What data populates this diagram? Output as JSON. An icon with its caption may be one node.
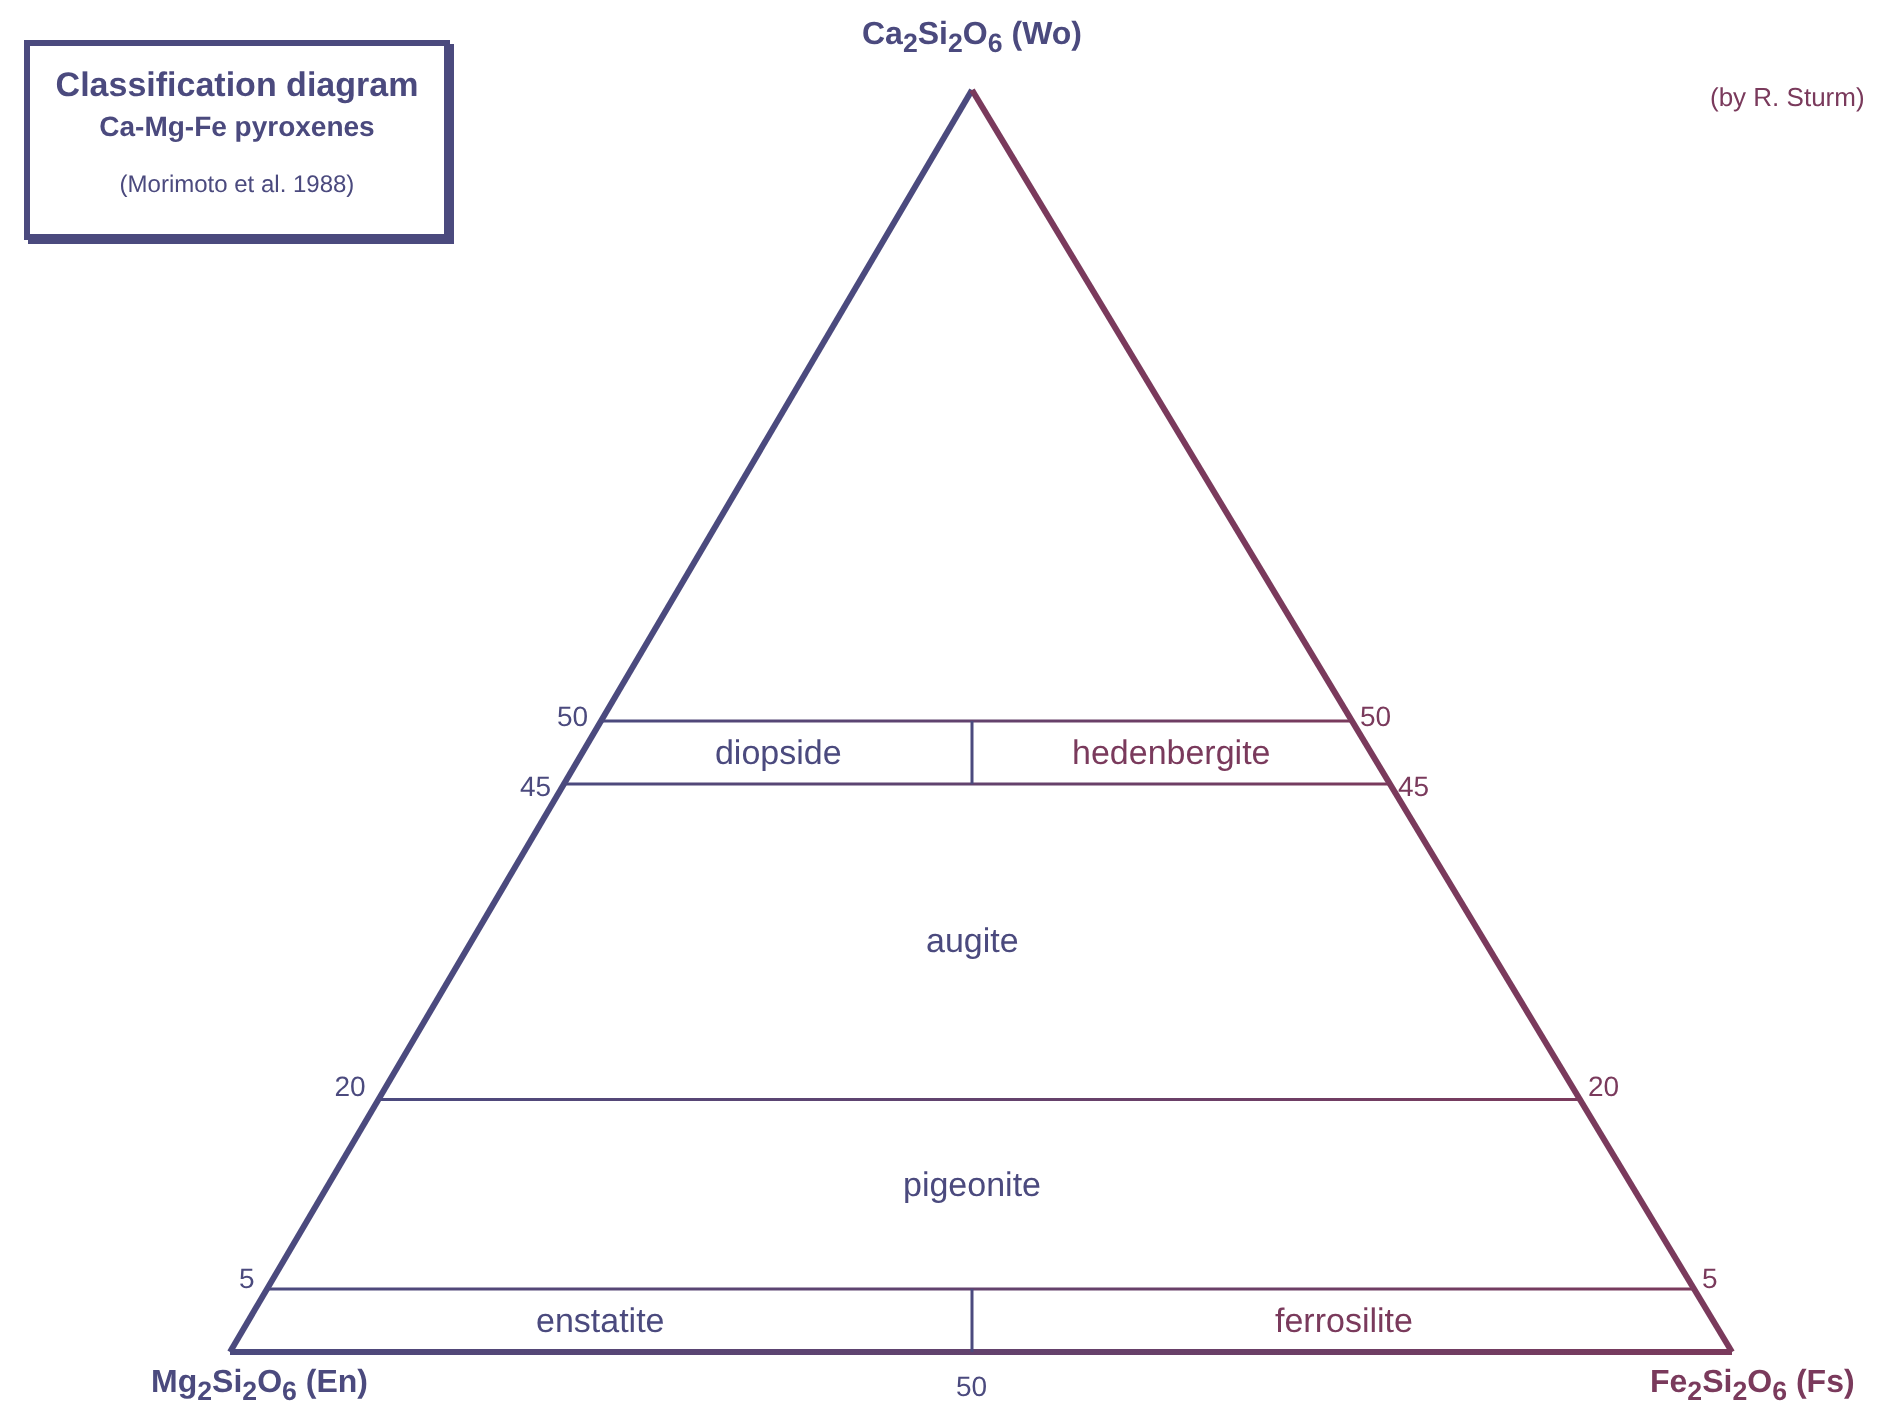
{
  "diagram": {
    "nodes": [
      {
        "text": [
          "Classification diagram",
          "Ca-Mg-Fe pyroxenes",
          "(Morimoto et al. 1988)"
        ]
      }
    ],
    "labels": [
      "Ca$_{2}$Si$_{2}$O$_{6}$ (Wo)",
      "(by R. Sturm)",
      "50",
      "50",
      "diopside",
      "hedenbergite",
      "45",
      "45",
      "augite",
      "20",
      "20",
      "pigeonite",
      "5",
      "5",
      "enstatite",
      "ferrosilite",
      "Mg$_{2}$Si$_{2}$O$_{6}$ (En)",
      "50",
      "Fe$_{2}$Si$_{2}$O$_{6}$ (Fs)"
    ]
  }
}
